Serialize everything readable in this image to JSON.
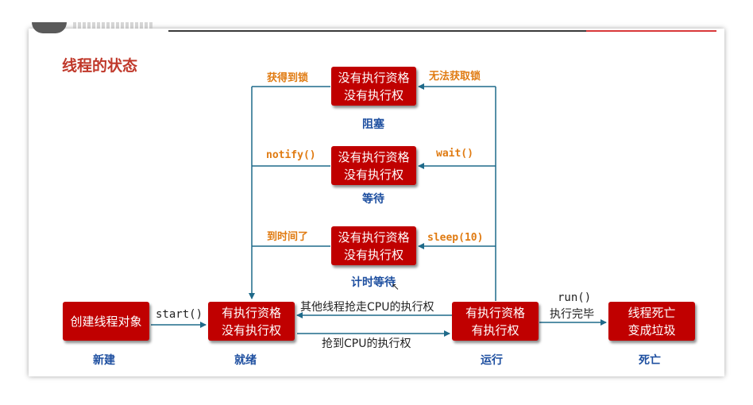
{
  "title": "线程的状态",
  "states": {
    "new": {
      "box": "创建线程对象",
      "name": "新建"
    },
    "runnable": {
      "line1": "有执行资格",
      "line2": "没有执行权",
      "name": "就绪"
    },
    "running": {
      "line1": "有执行资格",
      "line2": "有执行权",
      "name": "运行"
    },
    "dead": {
      "line1": "线程死亡",
      "line2": "变成垃圾",
      "name": "死亡"
    },
    "blocked": {
      "line1": "没有执行资格",
      "line2": "没有执行权",
      "name": "阻塞"
    },
    "waiting": {
      "line1": "没有执行资格",
      "line2": "没有执行权",
      "name": "等待"
    },
    "timed_waiting": {
      "line1": "没有执行资格",
      "line2": "没有执行权",
      "name": "计时等待"
    }
  },
  "transitions": {
    "start": "start()",
    "preempted": "其他线程抢走CPU的执行权",
    "grab_cpu": "抢到CPU的执行权",
    "run_line1": "run()",
    "run_line2": "执行完毕",
    "get_lock": "获得到锁",
    "cannot_get_lock": "无法获取锁",
    "notify": "notify()",
    "wait": "wait()",
    "time_up": "到时间了",
    "sleep": "sleep(10)"
  }
}
